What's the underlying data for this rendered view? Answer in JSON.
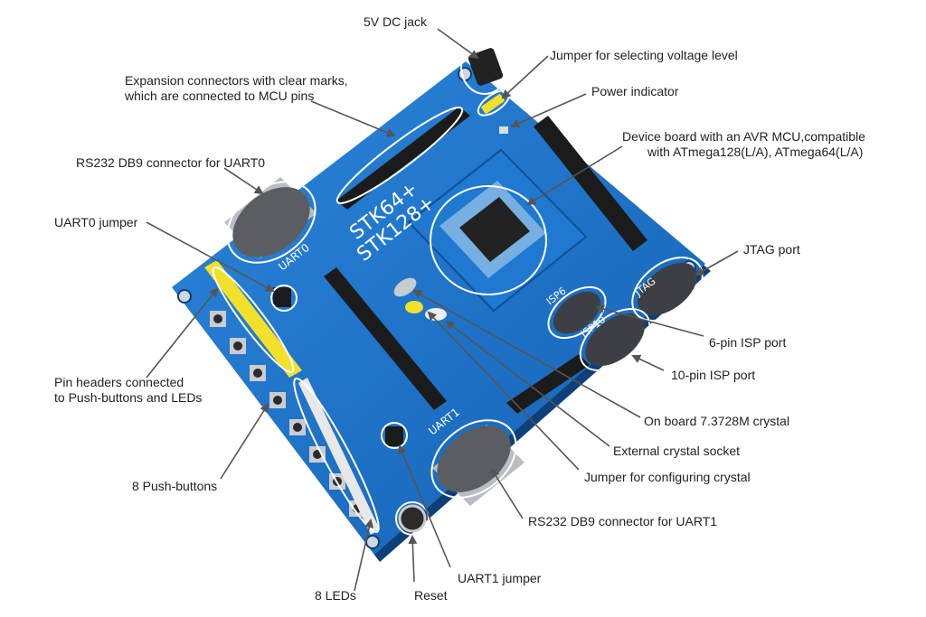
{
  "board": {
    "model_primary": "STK64+",
    "model_secondary": "STK128+",
    "silkscreen": {
      "uart0": "UART0",
      "uart1": "UART1",
      "isp6": "ISP6",
      "isp10": "ISP10",
      "jtag": "JTAG"
    },
    "colors": {
      "pcb": "#1a6fc4",
      "pcb_dark": "#0f4f94",
      "header_pin": "#1b1b1b",
      "connector_metal": "#b9bec4",
      "jumper_yellow": "#f2e02a",
      "highlight_ellipse": "#ffffff",
      "arrow": "#555555"
    }
  },
  "callouts": {
    "dc_jack": "5V DC jack",
    "voltage_jumper": "Jumper for selecting voltage level",
    "expansion_line1": "Expansion connectors with clear marks,",
    "expansion_line2": "which are connected to MCU pins",
    "power_indicator": "Power indicator",
    "device_board_line1": "Device board with an AVR MCU,compatible",
    "device_board_line2": "with  ATmega128(L/A), ATmega64(L/A)",
    "rs232_uart0": "RS232 DB9 connector for UART0",
    "uart0_jumper": "UART0 jumper",
    "jtag_port": "JTAG port",
    "isp6_port": "6-pin ISP port",
    "isp10_port": "10-pin ISP port",
    "pin_headers_line1": "Pin headers connected",
    "pin_headers_line2": "to Push-buttons and LEDs",
    "crystal": "On board 7.3728M crystal",
    "ext_crystal_socket": "External crystal socket",
    "jumper_crystal": "Jumper for configuring crystal",
    "push_buttons": "8 Push-buttons",
    "rs232_uart1": "RS232 DB9 connector for UART1",
    "uart1_jumper": "UART1 jumper",
    "leds": "8 LEDs",
    "reset": "Reset"
  }
}
